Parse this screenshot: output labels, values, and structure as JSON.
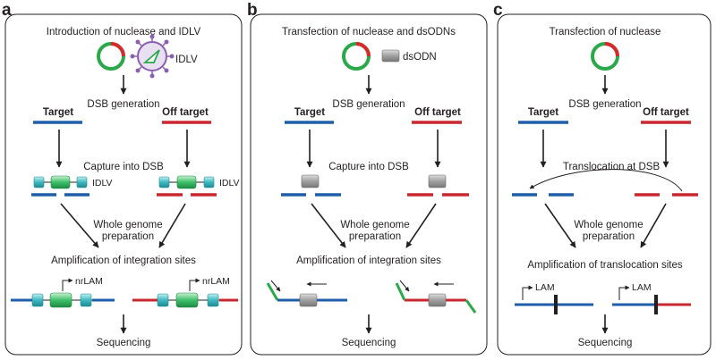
{
  "colors": {
    "target_blue": "#1f5ea8",
    "offtarget_red": "#c8282e",
    "plasmid_green": "#2aa84a",
    "plasmid_red": "#d62a2a",
    "lentivirus_purple": "#8b5fb0",
    "ltr_cyan": "#3fb8c0",
    "cassette_green": "#3dbf6a",
    "dsodn_gray": "#9a9a9a",
    "frame": "#231f20"
  },
  "panels": [
    {
      "letter": "a",
      "title": "Introduction of nuclease and IDLV",
      "vector_label": "IDLV",
      "step1": "DSB generation",
      "target_label": "Target",
      "off_label": "Off target",
      "capture_label": "Capture into DSB",
      "capture_tag_left": "IDLV",
      "capture_tag_right": "IDLV",
      "wg_line1": "Whole genome",
      "wg_line2": "preparation",
      "amp_label": "Amplification of integration sites",
      "primer_left": "nrLAM",
      "primer_right": "nrLAM",
      "seq_label": "Sequencing"
    },
    {
      "letter": "b",
      "title": "Transfection of nuclease and dsODNs",
      "vector_label": "dsODN",
      "step1": "DSB generation",
      "target_label": "Target",
      "off_label": "Off target",
      "capture_label": "Capture into DSB",
      "wg_line1": "Whole genome",
      "wg_line2": "preparation",
      "amp_label": "Amplification of integration sites",
      "seq_label": "Sequencing"
    },
    {
      "letter": "c",
      "title": "Transfection of nuclease",
      "step1": "DSB generation",
      "target_label": "Target",
      "off_label": "Off target",
      "capture_label": "Translocation at DSB",
      "wg_line1": "Whole genome",
      "wg_line2": "preparation",
      "amp_label": "Amplification of translocation sites",
      "primer_left": "LAM",
      "primer_right": "LAM",
      "seq_label": "Sequencing"
    }
  ]
}
